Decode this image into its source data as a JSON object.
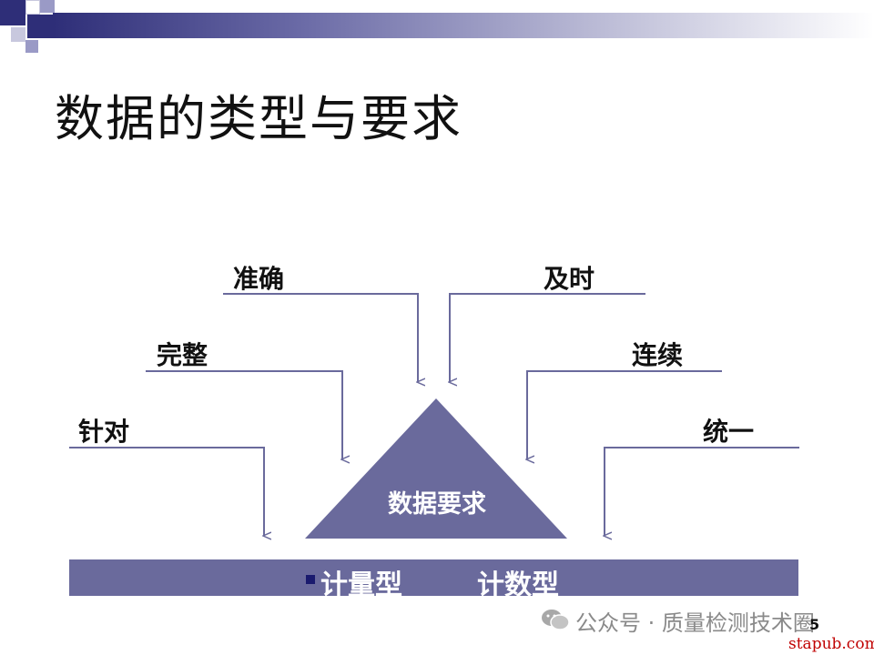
{
  "title": "数据的类型与要求",
  "center_label": "数据要求",
  "left_labels": [
    "准确",
    "完整",
    "针对"
  ],
  "right_labels": [
    "及时",
    "连续",
    "统一"
  ],
  "bottom_bar": {
    "item1": "计量型",
    "item2": "计数型"
  },
  "watermark": {
    "text": "公众号 · 质量检测技术圈",
    "icon": "wechat-icon"
  },
  "page_number": "5",
  "site": "stapub.com",
  "colors": {
    "triangle": "#6a6a9c",
    "bar": "#6a6a9c",
    "line": "#6a6a9c",
    "accent": "#1a1a6e"
  }
}
